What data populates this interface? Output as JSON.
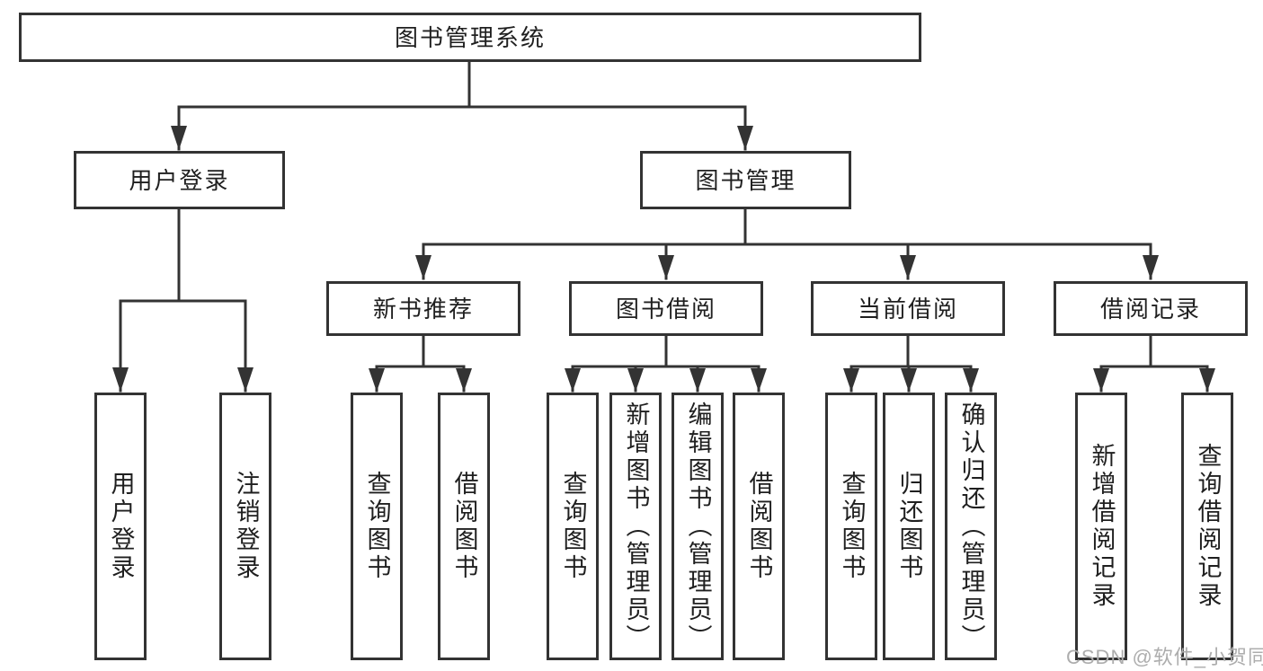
{
  "diagram": {
    "type": "hierarchy",
    "title": "图书管理系统",
    "watermark": "CSDN @软件_小贺同学",
    "colors": {
      "line": "#333333",
      "border": "#333333",
      "text": "#1f1f1f",
      "watermark": "#adadad",
      "background": "#ffffff"
    },
    "tree": {
      "label": "图书管理系统",
      "children": [
        {
          "label": "用户登录",
          "children": [
            {
              "label": "用户登录"
            },
            {
              "label": "注销登录"
            }
          ]
        },
        {
          "label": "图书管理",
          "children": [
            {
              "label": "新书推荐",
              "children": [
                {
                  "label": "查询图书"
                },
                {
                  "label": "借阅图书"
                }
              ]
            },
            {
              "label": "图书借阅",
              "children": [
                {
                  "label": "查询图书"
                },
                {
                  "label": "新增图书（管理员）"
                },
                {
                  "label": "编辑图书（管理员）"
                },
                {
                  "label": "借阅图书"
                }
              ]
            },
            {
              "label": "当前借阅",
              "children": [
                {
                  "label": "查询图书"
                },
                {
                  "label": "归还图书"
                },
                {
                  "label": "确认归还（管理员）"
                }
              ]
            },
            {
              "label": "借阅记录",
              "children": [
                {
                  "label": "新增借阅记录"
                },
                {
                  "label": "查询借阅记录"
                }
              ]
            }
          ]
        }
      ]
    }
  }
}
